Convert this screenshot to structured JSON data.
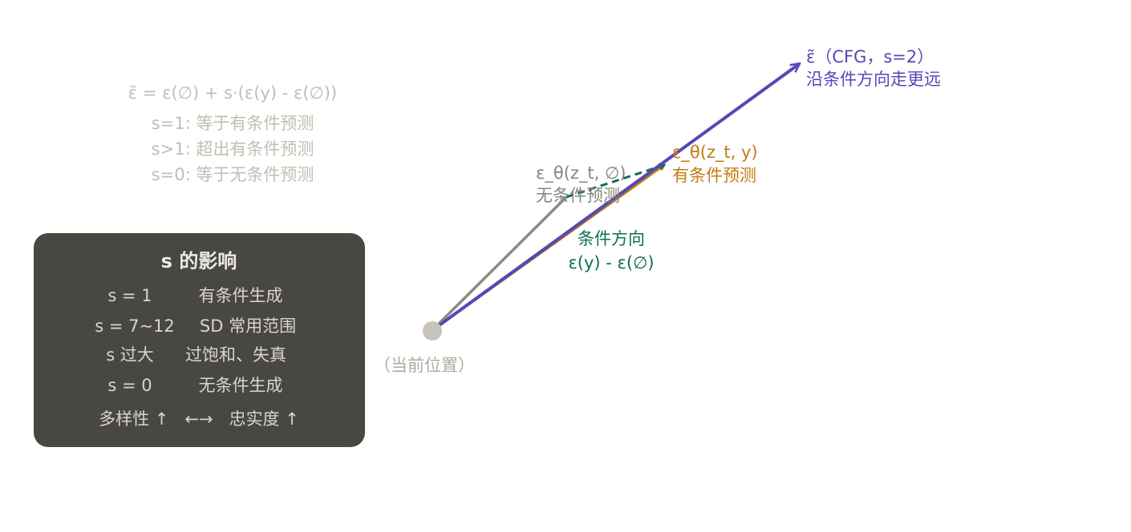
{
  "formula": {
    "main": "ε̃ = ε(∅) + s·(ε(y) - ε(∅))",
    "lines": [
      "s=1: 等于有条件预测",
      "s>1: 超出有条件预测",
      "s=0: 等于无条件预测"
    ]
  },
  "panel": {
    "title": "s 的影响",
    "rows": [
      {
        "key": "s = 1",
        "value": "有条件生成"
      },
      {
        "key": "s = 7~12",
        "value": "SD 常用范围"
      },
      {
        "key": "s 过大",
        "value": "过饱和、失真"
      },
      {
        "key": "s = 0",
        "value": "无条件生成"
      }
    ],
    "footer": "多样性 ↑   ←→   忠实度 ↑"
  },
  "origin": {
    "label": "（当前位置）"
  },
  "vectors": {
    "unconditional": {
      "line1": "ε_θ(z_t, ∅)",
      "line2": "无条件预测"
    },
    "conditional": {
      "line1": "ε_θ(z_t, y)",
      "line2": "有条件预测"
    },
    "direction": {
      "line1": "条件方向",
      "line2": "ε(y) - ε(∅)"
    },
    "cfg": {
      "line1": "ε̃（CFG，s=2）",
      "line2": "沿条件方向走更远"
    }
  },
  "colors": {
    "background": "#ffffff",
    "panel_fill": "#484741",
    "formula_text": "#c2bdb3",
    "origin_dot": "#c8c3ba",
    "unconditional": "#8a8a83",
    "conditional": "#c37a12",
    "direction": "#0f6e52",
    "cfg": "#5548b5"
  }
}
